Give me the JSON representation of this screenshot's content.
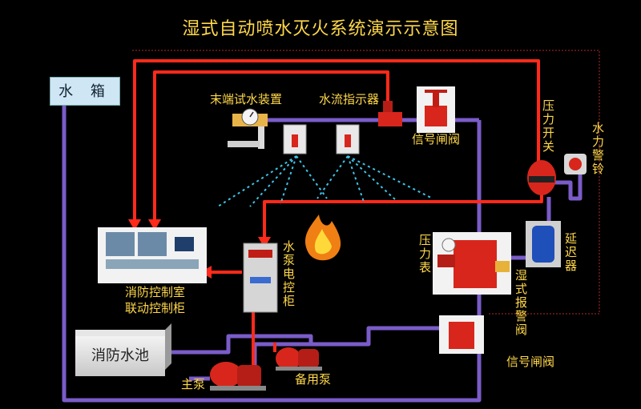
{
  "title": "湿式自动喷水灭火系统演示示意图",
  "labels": {
    "water_tank": "水 箱",
    "test_device": "末端试水装置",
    "flow_indicator": "水流指示器",
    "signal_valve_top": "信号闸阀",
    "pressure_switch": "压力开关",
    "water_alarm_bell": "水力警铃",
    "delay_device": "延迟器",
    "pressure_gauge": "压力表",
    "wet_alarm_valve": "湿式报警阀",
    "pump_control_cabinet": "水泵电控柜",
    "control_room_line1": "消防控制室",
    "control_room_line2": "联动控制柜",
    "fire_pool": "消防水池",
    "main_pump": "主泵",
    "standby_pump": "备用泵",
    "signal_valve_bottom": "信号闸阀"
  },
  "colors": {
    "background": "#000000",
    "signal_line": "#ff2a1a",
    "water_pipe": "#7a5cc8",
    "label_text": "#ffd84a",
    "spray": "#3fc3e8",
    "equipment_red": "#d8261c"
  }
}
